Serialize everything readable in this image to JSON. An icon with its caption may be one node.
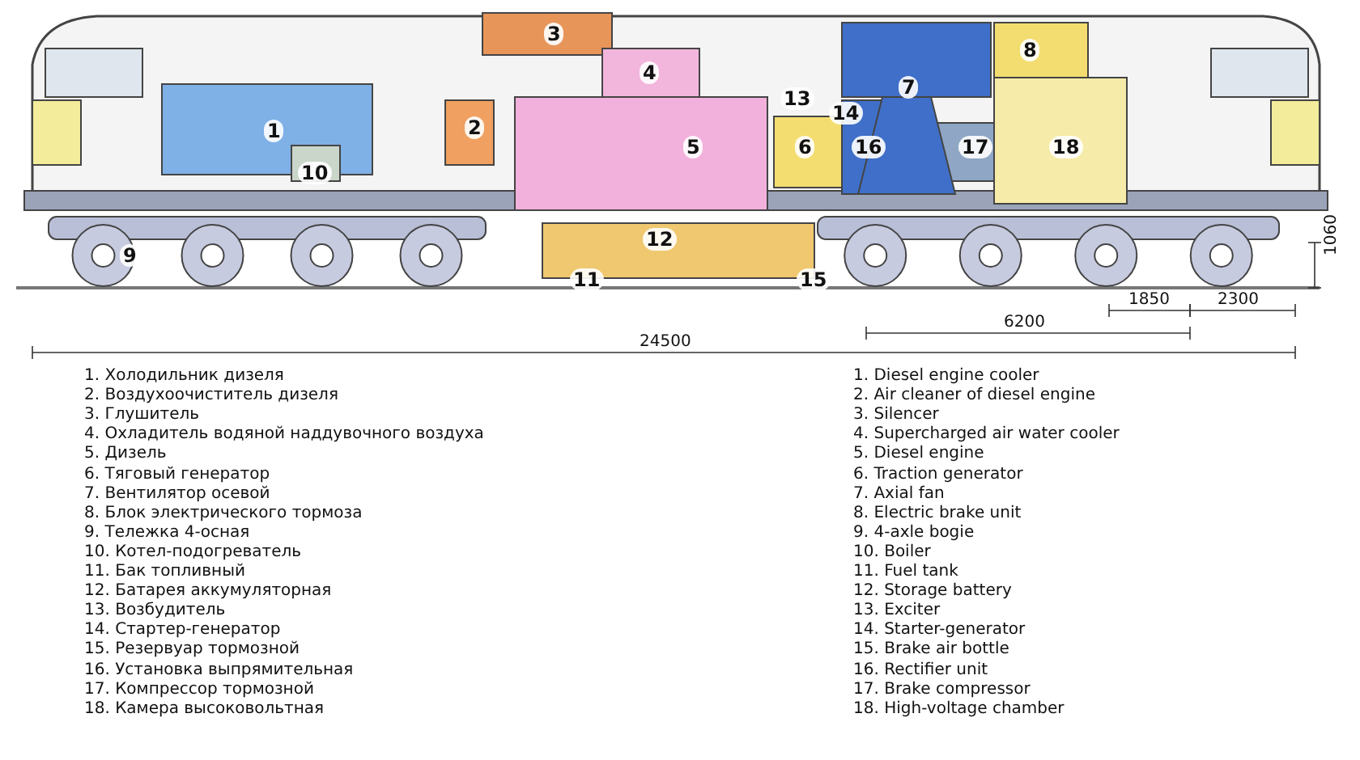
{
  "diagram": {
    "labels": [
      "3",
      "8",
      "4",
      "7",
      "13",
      "14",
      "1",
      "2",
      "5",
      "6",
      "16",
      "17",
      "18",
      "10",
      "12",
      "9",
      "11",
      "15",
      "1060",
      "1850",
      "2300",
      "6200",
      "24500",
      "1. Холодильник дизеля",
      "2. Воздухоочиститель дизеля",
      "3. Глушитель",
      "4. Охладитель водяной наддувочного воздуха",
      "5. Дизель",
      "6. Тяговый генератор",
      "7. Вентилятор осевой",
      "8. Блок электрического тормоза",
      "9. Тележка 4-осная",
      "10. Котел-подогреватель",
      "11. Бак топливный",
      "12. Батарея аккумуляторная",
      "13. Возбудитель",
      "14. Стартер-генератор",
      "15. Резервуар тормозной",
      "16. Установка выпрямительная",
      "17. Компрессор тормозной",
      "18. Камера высоковольтная",
      "1. Diesel engine cooler",
      "2. Air cleaner of diesel engine",
      "3. Silencer",
      "4. Supercharged air water cooler",
      "5. Diesel engine",
      "6. Traction generator",
      "7. Axial fan",
      "8. Electric brake unit",
      "9. 4-axle bogie",
      "10. Boiler",
      "11. Fuel tank",
      "12. Storage battery",
      "13. Exciter",
      "14. Starter-generator",
      "15. Brake air bottle",
      "16. Rectifier unit",
      "17. Brake compressor",
      "18. High-voltage chamber"
    ]
  }
}
